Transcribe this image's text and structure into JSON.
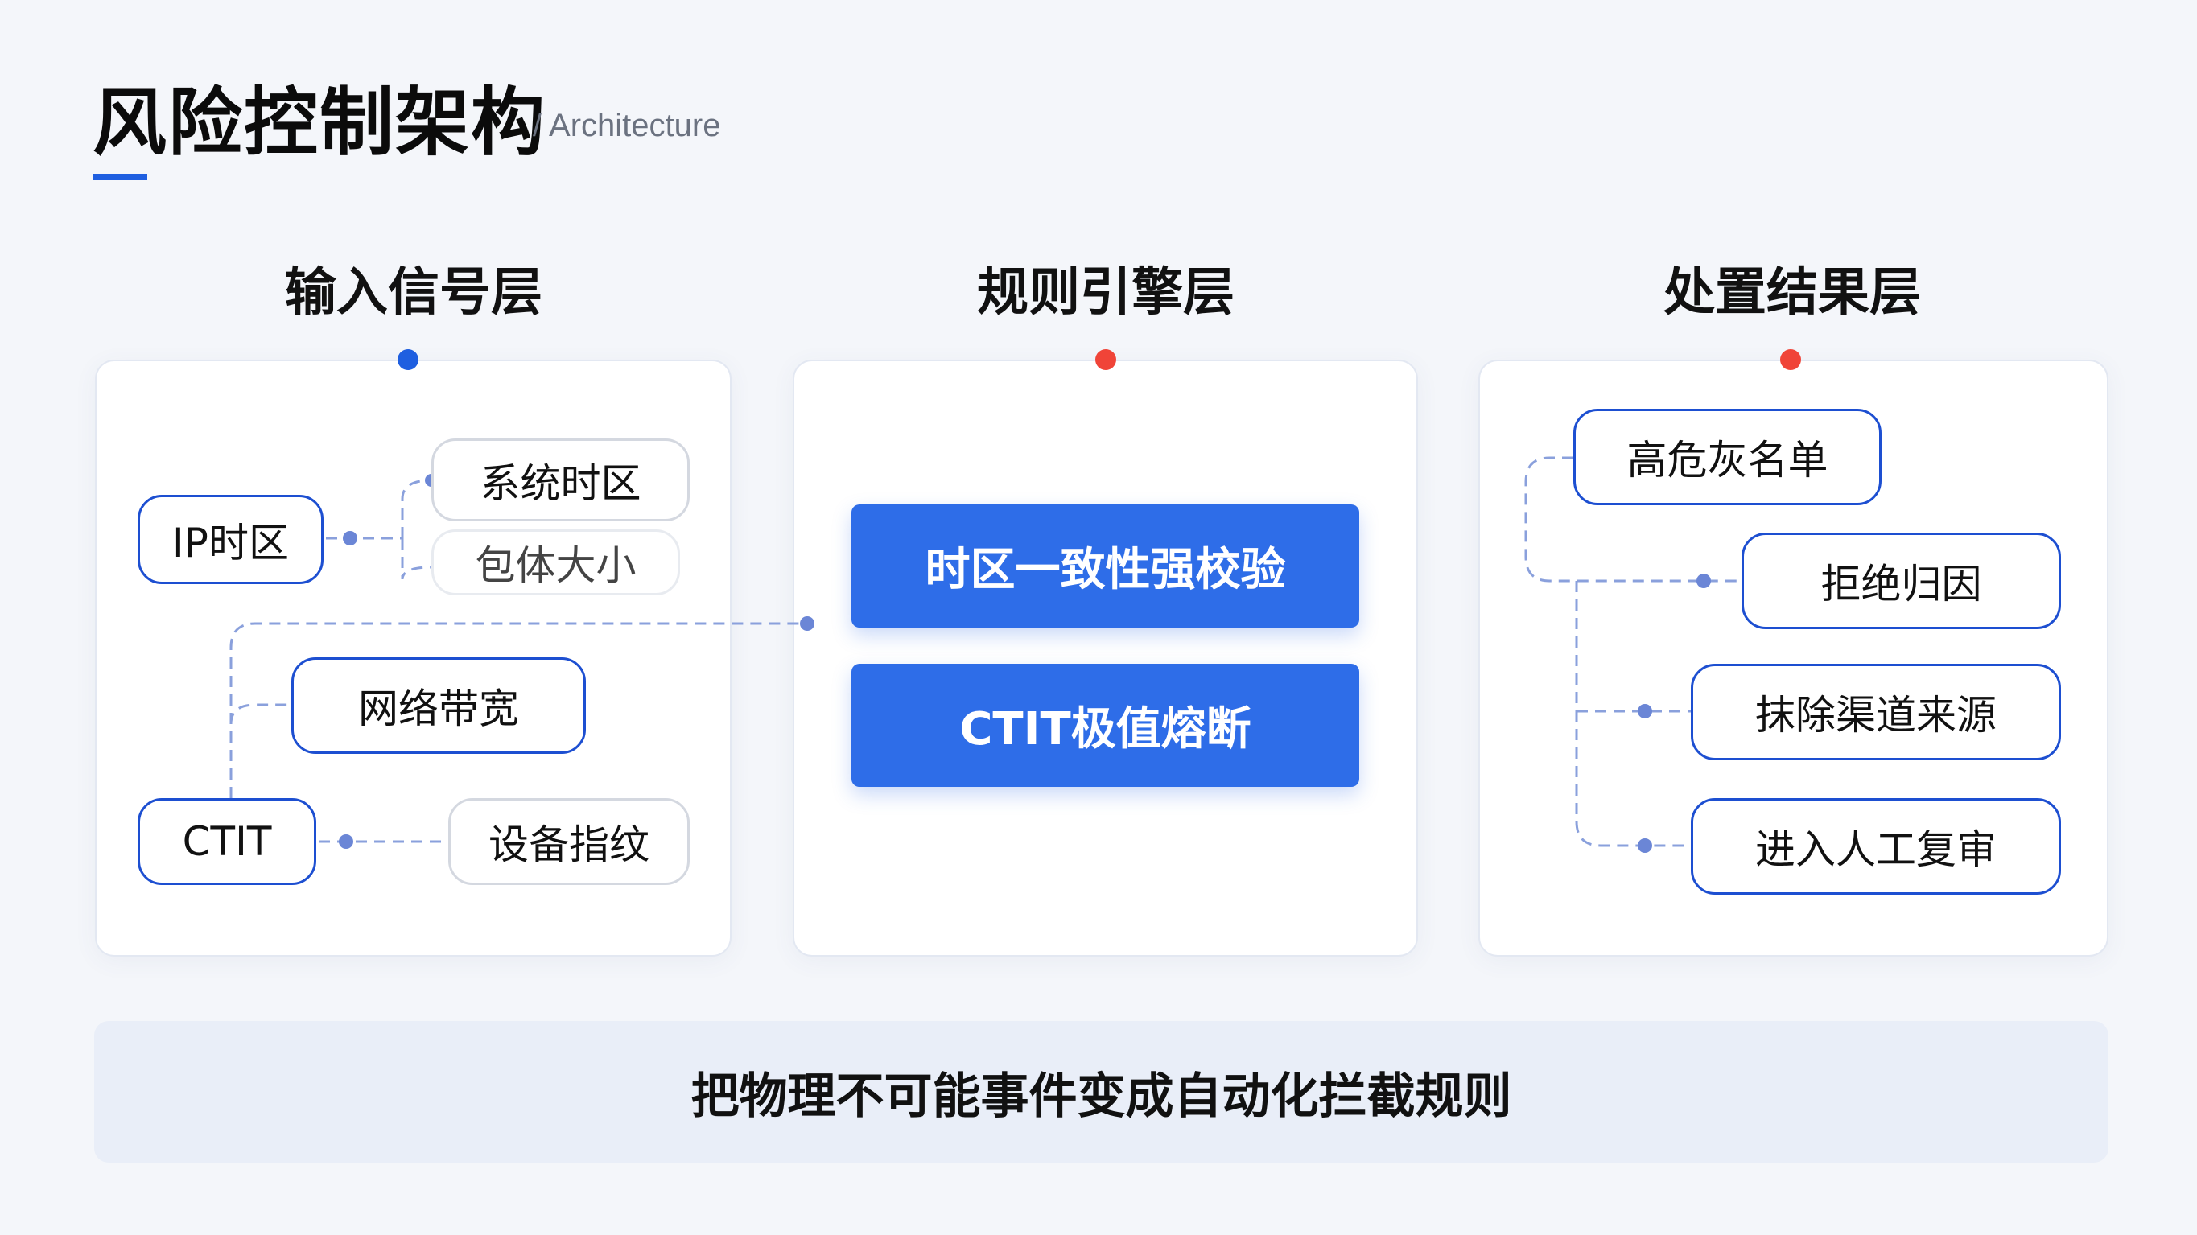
{
  "header": {
    "title": "风险控制架构",
    "subtitle": "/ Architecture"
  },
  "columns": [
    {
      "heading": "输入信号层",
      "dot_color": "#1f5fe0"
    },
    {
      "heading": "规则引擎层",
      "dot_color": "#f04438"
    },
    {
      "heading": "处置结果层",
      "dot_color": "#f04438"
    }
  ],
  "input_layer": {
    "ip_timezone": "IP时区",
    "system_timezone": "系统时区",
    "package_size": "包体大小",
    "network_bandwidth": "网络带宽",
    "ctit": "CTIT",
    "device_fingerprint": "设备指纹"
  },
  "rule_engine": {
    "rule1": "时区一致性强校验",
    "rule2": "CTIT极值熔断"
  },
  "results": {
    "r1": "高危灰名单",
    "r2": "拒绝归因",
    "r3": "抹除渠道来源",
    "r4": "进入人工复审"
  },
  "footer": {
    "summary": "把物理不可能事件变成自动化拦截规则"
  },
  "colors": {
    "accent": "#2e6de8",
    "line": "#8aa0dc"
  }
}
